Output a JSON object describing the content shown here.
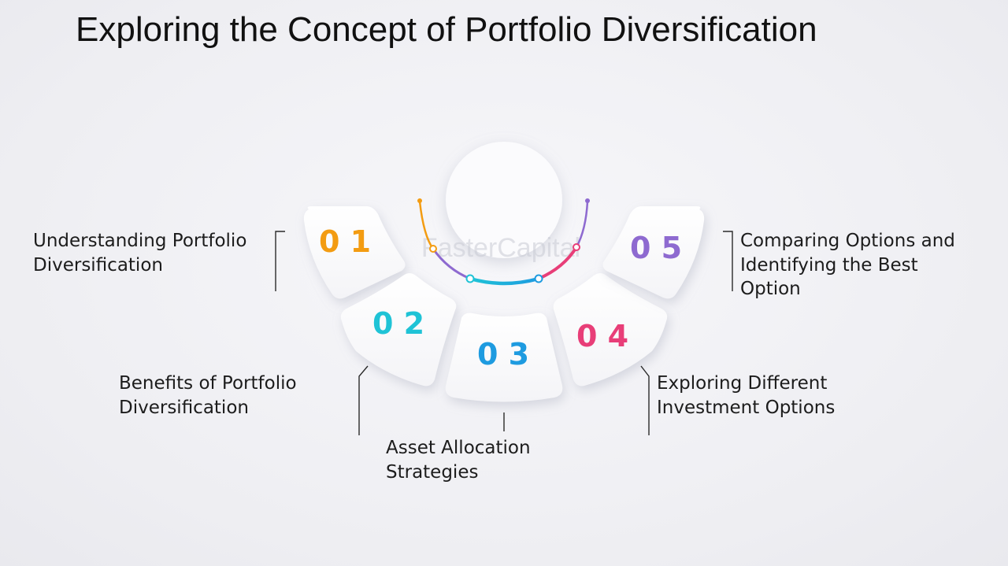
{
  "title": "Exploring the Concept of Portfolio Diversification",
  "watermark": "FasterCapital",
  "steps": [
    {
      "number": "0 1",
      "line1": "Understanding Portfolio",
      "line2": "Diversification",
      "line3": "",
      "color": "#f39c12"
    },
    {
      "number": "0 2",
      "line1": "Benefits of Portfolio",
      "line2": "Diversification",
      "line3": "",
      "color": "#1fc3d6"
    },
    {
      "number": "0 3",
      "line1": "Asset Allocation",
      "line2": "Strategies",
      "line3": "",
      "color": "#1e9be0"
    },
    {
      "number": "0 4",
      "line1": "Exploring Different",
      "line2": "Investment Options",
      "line3": "",
      "color": "#e83e78"
    },
    {
      "number": "0 5",
      "line1": "Comparing Options and",
      "line2": "Identifying the Best",
      "line3": "Option",
      "color": "#8e6ad0"
    }
  ]
}
